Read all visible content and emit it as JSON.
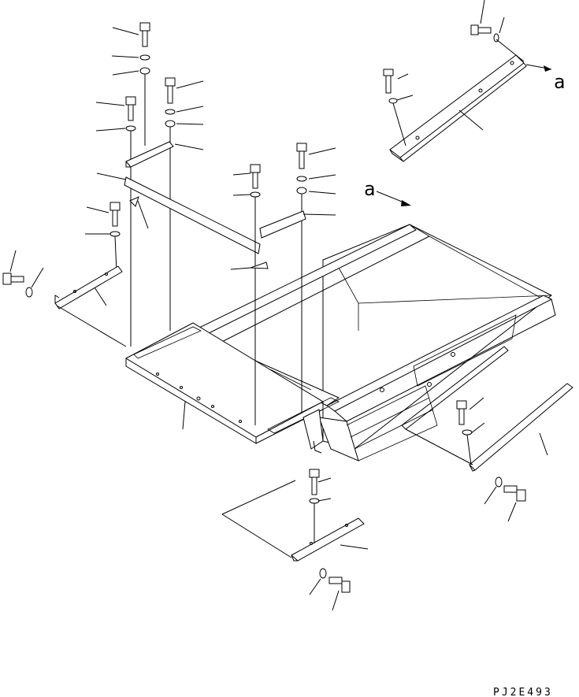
{
  "diagram": {
    "view_labels": [
      "a",
      "a"
    ],
    "drawing_code": "PJ2E493"
  }
}
